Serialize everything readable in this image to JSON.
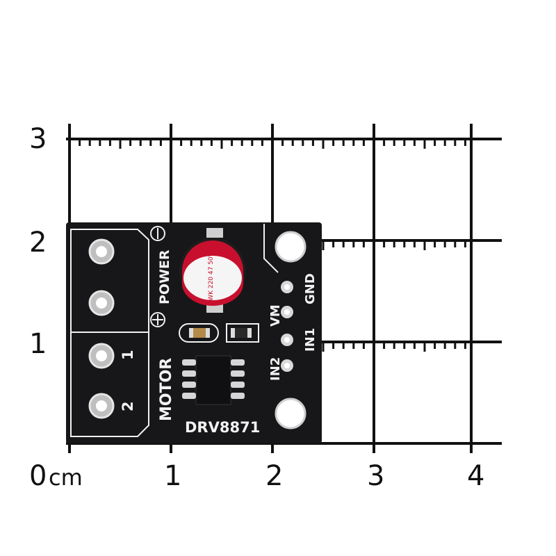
{
  "ruler": {
    "x_labels": [
      "1",
      "2",
      "3",
      "4"
    ],
    "y_labels": [
      "1",
      "2",
      "3"
    ],
    "origin_label": "0",
    "unit_label": "cm"
  },
  "board": {
    "title": "DRV8871",
    "power_label": "POWER",
    "motor_label": "MOTOR",
    "motor_pin_1": "1",
    "motor_pin_2": "2",
    "pin_labels": [
      "GND",
      "VM",
      "IN1",
      "IN2"
    ],
    "capacitor_marking": "WK 220\n47 50V",
    "colors": {
      "pcb": "#17171a",
      "silkscreen": "#f2f2f2",
      "capacitor_top": "#c8102e",
      "ruler_lines": "#111111"
    }
  }
}
